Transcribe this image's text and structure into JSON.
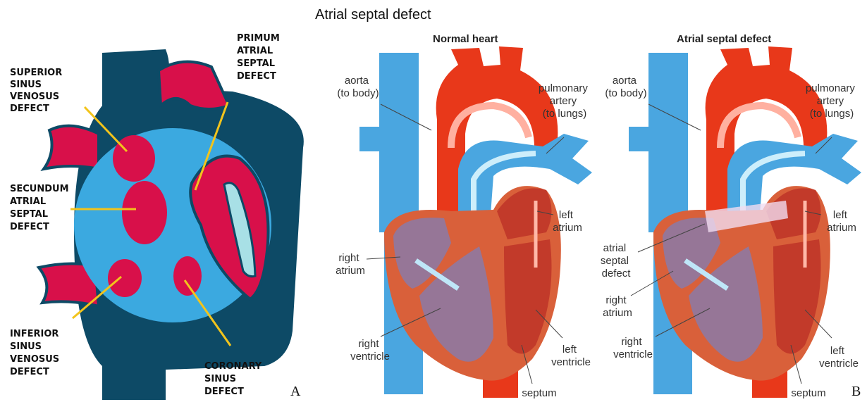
{
  "panel_a": {
    "letter": "A",
    "labels": {
      "superior": [
        "SUPERIOR",
        "SINUS",
        "VENOSUS",
        "DEFECT"
      ],
      "primum": [
        "PRIMUM",
        "ATRIAL",
        "SEPTAL",
        "DEFECT"
      ],
      "secundum": [
        "SECUNDUM",
        "ATRIAL",
        "SEPTAL",
        "DEFECT"
      ],
      "inferior": [
        "INFERIOR",
        "SINUS",
        "VENOSUS",
        "DEFECT"
      ],
      "coronary": [
        "CORONARY",
        "SINUS",
        "DEFECT"
      ]
    }
  },
  "panel_b": {
    "letter": "B",
    "title": "Atrial septal defect",
    "normal": {
      "subtitle": "Normal heart",
      "labels": {
        "aorta": [
          "aorta",
          "(to body)"
        ],
        "pulmonary": [
          "pulmonary",
          "artery",
          "(to lungs)"
        ],
        "left_atrium": [
          "left",
          "atrium"
        ],
        "right_atrium": [
          "right",
          "atrium"
        ],
        "right_ventricle": [
          "right",
          "ventricle"
        ],
        "left_ventricle": [
          "left",
          "ventricle"
        ],
        "septum": [
          "septum"
        ]
      }
    },
    "asd": {
      "subtitle": "Atrial septal defect",
      "labels": {
        "aorta": [
          "aorta",
          "(to body)"
        ],
        "pulmonary": [
          "pulmonary",
          "artery",
          "(to lungs)"
        ],
        "left_atrium": [
          "left",
          "atrium"
        ],
        "defect": [
          "atrial",
          "septal",
          "defect"
        ],
        "right_atrium": [
          "right",
          "atrium"
        ],
        "right_ventricle": [
          "right",
          "ventricle"
        ],
        "left_ventricle": [
          "left",
          "ventricle"
        ],
        "septum": [
          "septum"
        ]
      }
    }
  },
  "colors": {
    "navy": "#0d4a66",
    "blue": "#3ba9e0",
    "crimson": "#d8104a",
    "pale": "#a8e0e6",
    "red": "#e8381a",
    "vein_blue": "#4aa6e0",
    "muscle": "#d9603a",
    "chamber": "#8a7aa8",
    "yellow": "#f2c41c"
  }
}
